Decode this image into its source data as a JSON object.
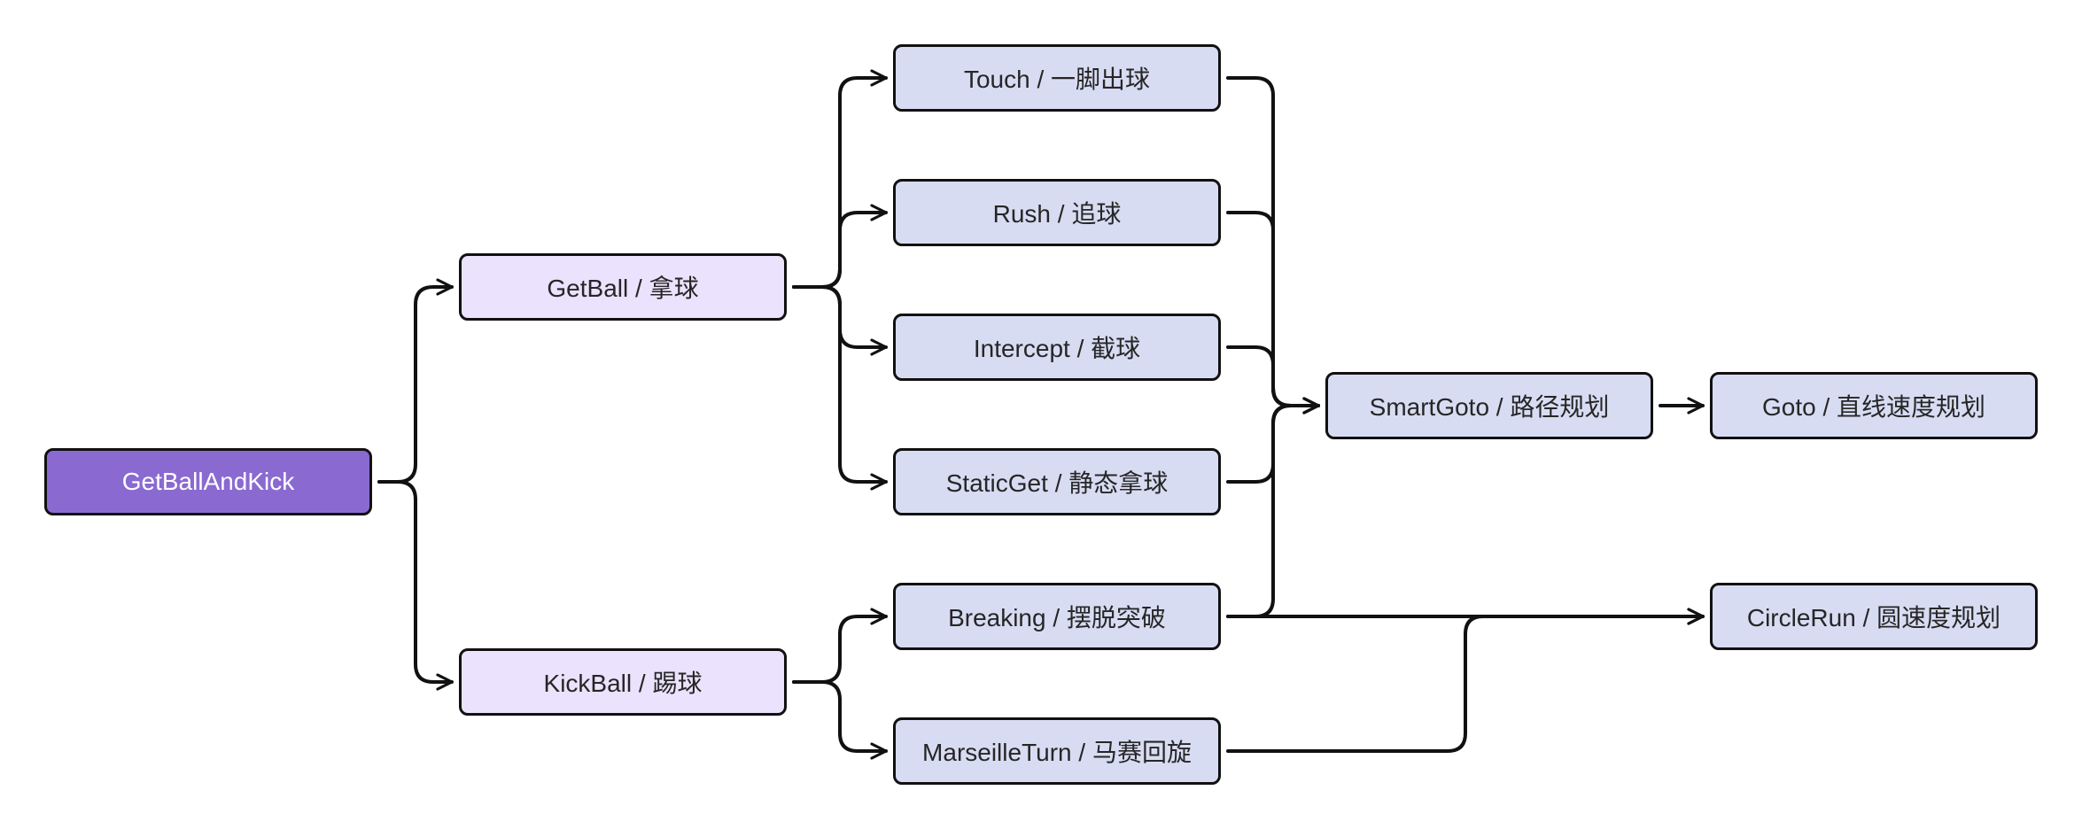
{
  "colors": {
    "root_fill": "#8a6ad1",
    "level1_fill": "#ebe2fd",
    "node_fill": "#d8dcf3",
    "stroke": "#111111",
    "text": "#262626",
    "root_text": "#ffffff"
  },
  "nodes": {
    "root": "GetBallAndKick",
    "getball": "GetBall / 拿球",
    "kickball": "KickBall / 踢球",
    "touch": "Touch / 一脚出球",
    "rush": "Rush / 追球",
    "intercept": "Intercept / 截球",
    "staticget": "StaticGet / 静态拿球",
    "breaking": "Breaking / 摆脱突破",
    "marseille": "MarseilleTurn / 马赛回旋",
    "smartgoto": "SmartGoto / 路径规划",
    "goto": "Goto / 直线速度规划",
    "circlerun": "CircleRun / 圆速度规划"
  },
  "edges": [
    {
      "from": "root",
      "to": "getball"
    },
    {
      "from": "root",
      "to": "kickball"
    },
    {
      "from": "getball",
      "to": "touch"
    },
    {
      "from": "getball",
      "to": "rush"
    },
    {
      "from": "getball",
      "to": "intercept"
    },
    {
      "from": "getball",
      "to": "staticget"
    },
    {
      "from": "kickball",
      "to": "breaking"
    },
    {
      "from": "kickball",
      "to": "marseille"
    },
    {
      "from": "touch",
      "to": "smartgoto"
    },
    {
      "from": "rush",
      "to": "smartgoto"
    },
    {
      "from": "intercept",
      "to": "smartgoto"
    },
    {
      "from": "staticget",
      "to": "smartgoto"
    },
    {
      "from": "breaking",
      "to": "smartgoto"
    },
    {
      "from": "smartgoto",
      "to": "goto"
    },
    {
      "from": "breaking",
      "to": "circlerun"
    },
    {
      "from": "marseille",
      "to": "circlerun"
    }
  ]
}
